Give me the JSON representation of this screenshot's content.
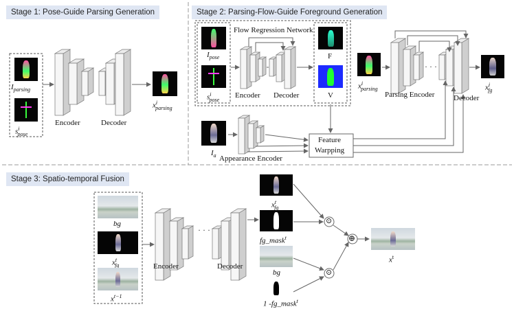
{
  "stages": {
    "stage1": "Stage 1: Pose-Guide Parsing Generation",
    "stage2": "Stage 2: Parsing-Flow-Guide Foreground Generation",
    "stage3": "Stage 3: Spatio-temporal Fusion"
  },
  "s1": {
    "in1": "I",
    "in1_sub": "parsing",
    "in2": "s",
    "in2_sup": "i",
    "in2_sub": "pose",
    "encoder": "Encoder",
    "decoder": "Decoder",
    "out": "x",
    "out_sup": "i",
    "out_sub": "parsing"
  },
  "s2": {
    "frn": "Flow Regression Network",
    "in1": "I",
    "in1_sub": "pose",
    "in2": "s",
    "in2_sup": "i",
    "in2_sub": "pose",
    "encoder": "Encoder",
    "decoder": "Decoder",
    "flow_f": "F",
    "flow_v": "V",
    "parsing_in": "x",
    "parsing_in_sup": "i",
    "parsing_in_sub": "parsing",
    "parsing_encoder": "Parsing Encoder",
    "decoder2": "Decoder",
    "out": "x",
    "out_sup": "i",
    "out_sub": "fg",
    "app_in": "I",
    "app_in_sub": "a",
    "app_encoder": "Appearance Encoder",
    "warp1": "Feature",
    "warp2": "Warpping",
    "dots": "· · ·"
  },
  "s3": {
    "bg": "bg",
    "xfg": "x",
    "xfg_sup": "t",
    "xfg_sub": "fg",
    "xprev": "x",
    "xprev_sup": "t−1",
    "encoder": "Encoder",
    "decoder": "Decoder",
    "dots": "· · ·",
    "out_xfg": "x",
    "out_xfg_sup": "t",
    "out_xfg_sub": "fg",
    "mask": "fg_mask",
    "mask_sup": "t",
    "bg2": "bg",
    "inv_mask": "1 -fg_mask",
    "inv_mask_sup": "t",
    "odot": "⊙",
    "oplus": "⊕",
    "out": "x",
    "out_sup": "t"
  }
}
